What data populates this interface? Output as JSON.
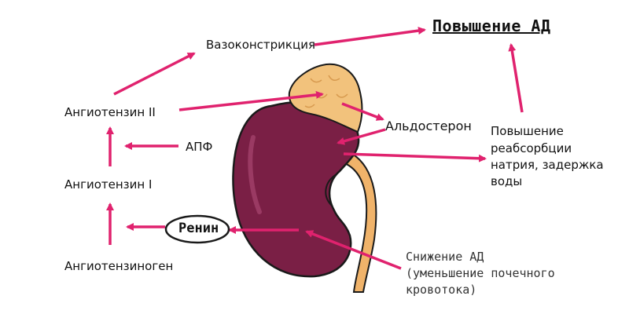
{
  "labels": {
    "vasoconstriction": "Вазоконстрикция",
    "bp_increase": "Повышение АД",
    "angiotensin_2": "Ангиотензин II",
    "ace": "АПФ",
    "angiotensin_1": "Ангиотензин I",
    "renin": "Ренин",
    "angiotensinogen": "Ангиотензиноген",
    "aldosterone": "Альдостерон",
    "reabsorption_line1": "Повышение",
    "reabsorption_line2": "реабсорбции",
    "reabsorption_line3": "натрия, задержка",
    "reabsorption_line4": "воды",
    "bp_decrease_line1": "Снижение АД",
    "bp_decrease_line2": "(уменьшение почечного",
    "bp_decrease_line3": "кровотока)"
  },
  "colors": {
    "arrow": "#e0226e",
    "kidney": "#7a1f45",
    "kidney_highlight": "#9a3a63",
    "adrenal": "#f2c27c",
    "ureter": "#f0b36a",
    "outline": "#1a1a1a"
  }
}
